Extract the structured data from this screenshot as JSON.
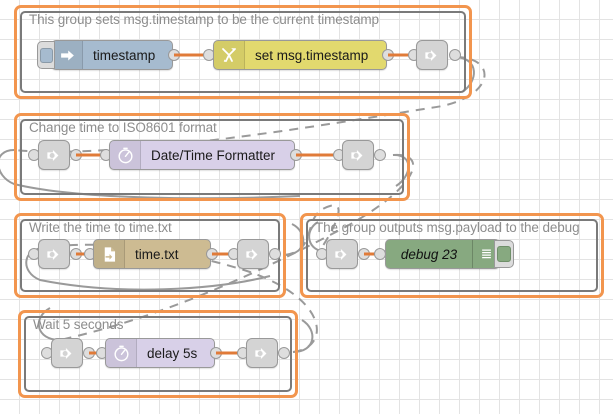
{
  "editor": {
    "name": "node-red-flow-canvas",
    "grid": {
      "size": 20,
      "color": "#e3e3e3"
    },
    "selection_color": "#f2954e",
    "group_border_color": "#7a7a7a",
    "wire_color": "#e07b39",
    "link_wire_color": "#999999"
  },
  "groups": [
    {
      "id": "group-timestamp",
      "label": "This group sets msg.timestamp to be the current timestamp",
      "nodes": [
        {
          "id": "node-inject-timestamp",
          "type": "inject",
          "label": "timestamp",
          "icon": "arrow-right-icon",
          "color": "#a6bbcf",
          "has_inject_button": true
        },
        {
          "id": "node-change-set-timestamp",
          "type": "change",
          "label": "set msg.timestamp",
          "icon": "swap-arrows-icon",
          "color": "#e2d96e"
        },
        {
          "id": "node-link-out-1",
          "type": "link out",
          "label": "",
          "icon": "link-out-icon",
          "color": "#d4d4d4"
        }
      ]
    },
    {
      "id": "group-iso8601",
      "label": "Change time to ISO8601 format",
      "nodes": [
        {
          "id": "node-link-in-2",
          "type": "link in",
          "label": "",
          "icon": "link-in-icon",
          "color": "#d4d4d4"
        },
        {
          "id": "node-datetime-formatter",
          "type": "date/time formatter",
          "label": "Date/Time Formatter",
          "icon": "clock-icon",
          "color": "#d8d0e8"
        },
        {
          "id": "node-link-out-2",
          "type": "link out",
          "label": "",
          "icon": "link-out-icon",
          "color": "#d4d4d4"
        }
      ]
    },
    {
      "id": "group-write-file",
      "label": "Write the time to time.txt",
      "nodes": [
        {
          "id": "node-link-in-3",
          "type": "link in",
          "label": "",
          "icon": "link-in-icon",
          "color": "#d4d4d4"
        },
        {
          "id": "node-file-write",
          "type": "file",
          "label": "time.txt",
          "icon": "file-write-icon",
          "color": "#cdbb92"
        },
        {
          "id": "node-link-out-3",
          "type": "link out",
          "label": "",
          "icon": "link-out-icon",
          "color": "#d4d4d4"
        }
      ]
    },
    {
      "id": "group-debug",
      "label": "The group outputs msg.payload to the debug",
      "nodes": [
        {
          "id": "node-link-in-4",
          "type": "link in",
          "label": "",
          "icon": "link-in-icon",
          "color": "#d4d4d4"
        },
        {
          "id": "node-debug-23",
          "type": "debug",
          "label": "debug 23",
          "icon": "debug-lines-icon",
          "color": "#87a980",
          "has_enable_button": true
        }
      ]
    },
    {
      "id": "group-wait",
      "label": "Wait 5 seconds",
      "nodes": [
        {
          "id": "node-link-in-5",
          "type": "link in",
          "label": "",
          "icon": "link-in-icon",
          "color": "#d4d4d4"
        },
        {
          "id": "node-delay-5s",
          "type": "delay",
          "label": "delay 5s",
          "icon": "stopwatch-icon",
          "color": "#d8d0e8"
        },
        {
          "id": "node-link-out-5",
          "type": "link out",
          "label": "",
          "icon": "link-out-icon",
          "color": "#d4d4d4"
        }
      ]
    }
  ]
}
